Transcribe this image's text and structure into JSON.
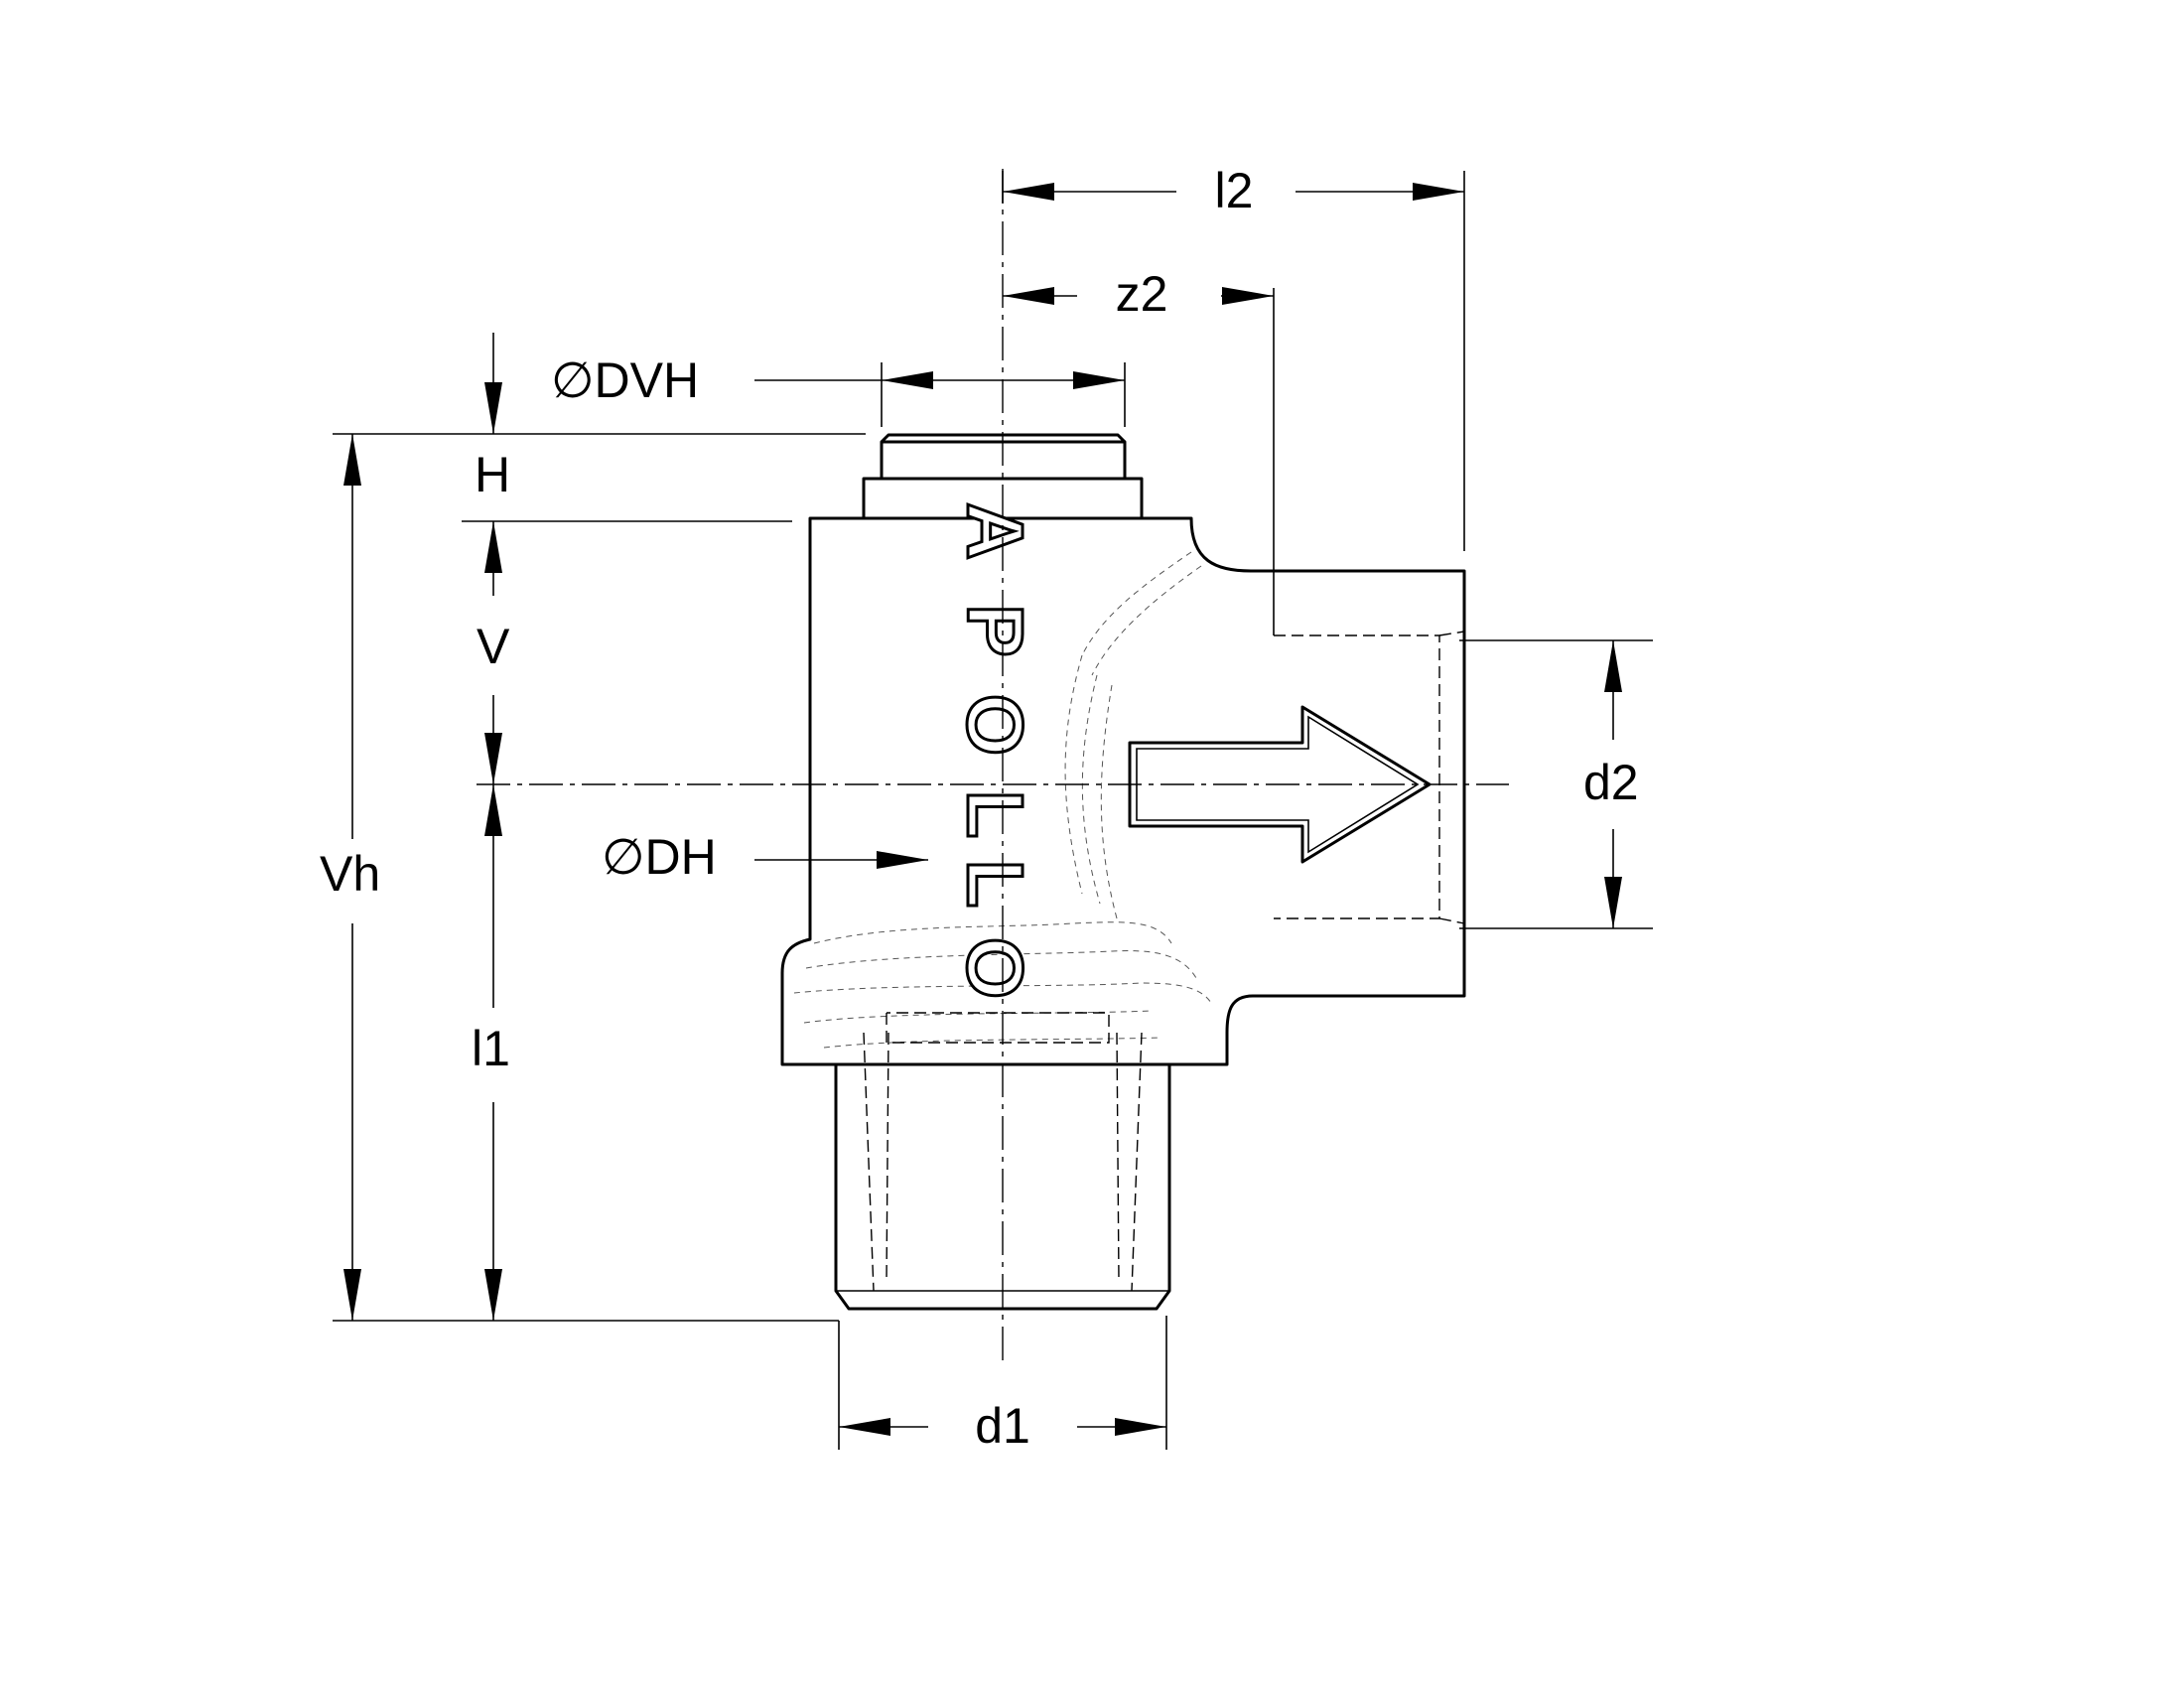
{
  "drawing": {
    "labels": {
      "l2": "l2",
      "z2": "z2",
      "dvh": "∅DVH",
      "h": "H",
      "v": "V",
      "vh": "Vh",
      "dh": "∅DH",
      "l1": "l1",
      "d1": "d1",
      "d2": "d2"
    },
    "logo": {
      "letters": [
        "A",
        "P",
        "O",
        "L",
        "L",
        "O"
      ]
    },
    "icons": {
      "flow_direction": "flow-arrow-icon"
    },
    "colors": {
      "ink": "#000000",
      "paper": "#ffffff"
    }
  }
}
